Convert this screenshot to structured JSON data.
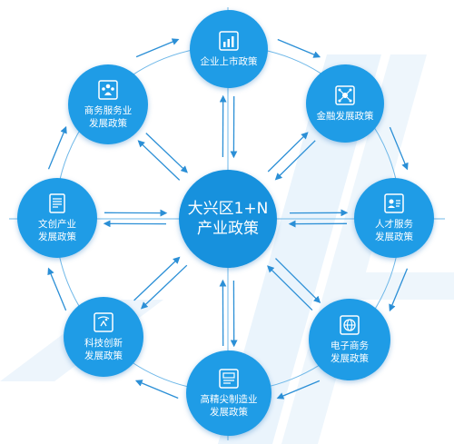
{
  "colors": {
    "node": "#1f9ce6",
    "center": "#1791dd",
    "ring": "#6fb8e8",
    "arrow": "#2b8fd6",
    "stripe": "#e8f3fb"
  },
  "center": {
    "label": "大兴区1+N\n产业政策"
  },
  "nodes": [
    {
      "id": "ipo",
      "label": "企业上市政策",
      "icon": "chart-icon"
    },
    {
      "id": "finance",
      "label": "金融发展政策",
      "icon": "network-icon"
    },
    {
      "id": "talent",
      "label": "人才服务\n发展政策",
      "icon": "id-card-icon"
    },
    {
      "id": "ecommerce",
      "label": "电子商务\n发展政策",
      "icon": "globe-icon"
    },
    {
      "id": "manufacturing",
      "label": "高精尖制造业\n发展政策",
      "icon": "machine-icon"
    },
    {
      "id": "tech",
      "label": "科技创新\n发展政策",
      "icon": "presentation-icon"
    },
    {
      "id": "culture",
      "label": "文创产业\n发展政策",
      "icon": "document-icon"
    },
    {
      "id": "business",
      "label": "商务服务业\n发展政策",
      "icon": "team-icon"
    }
  ]
}
